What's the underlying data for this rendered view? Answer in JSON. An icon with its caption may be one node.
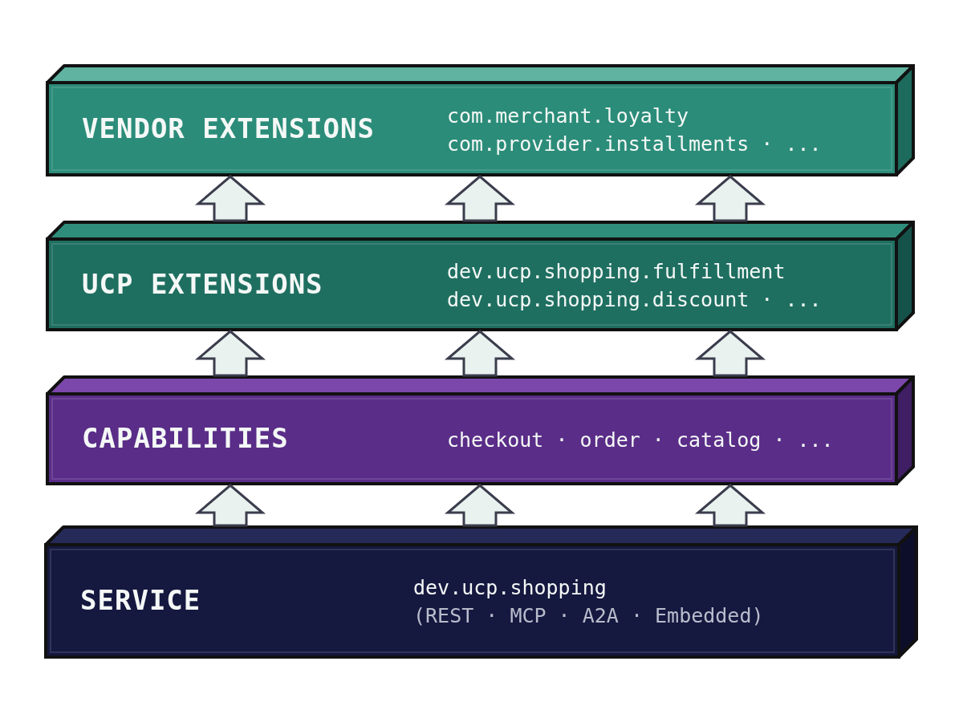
{
  "diagram": {
    "nodes": [
      {
        "text": [
          "VENDOR EXTENSIONS",
          "com.merchant.loyalty com.provider.installments · ..."
        ]
      },
      {
        "text": [
          "UCP EXTENSIONS",
          "dev.ucp.shopping.fulfillment dev.ucp.shopping.discount · ..."
        ]
      },
      {
        "text": [
          "CAPABILITIES",
          "checkout · order · catalog · ..."
        ]
      },
      {
        "text": [
          "SERVICE",
          "dev.ucp.shopping",
          "(REST · MCP · A2A · Embedded)"
        ]
      }
    ],
    "edges": [
      {
        "from": 3,
        "to": 2,
        "arrow": "to"
      },
      {
        "from": 3,
        "to": 2,
        "arrow": "to"
      },
      {
        "from": 3,
        "to": 2,
        "arrow": "to"
      },
      {
        "from": 2,
        "to": 1,
        "arrow": "to"
      },
      {
        "from": 2,
        "to": 1,
        "arrow": "to"
      },
      {
        "from": 2,
        "to": 1,
        "arrow": "to"
      },
      {
        "from": 1,
        "to": 0,
        "arrow": "to"
      },
      {
        "from": 1,
        "to": 0,
        "arrow": "to"
      },
      {
        "from": 1,
        "to": 0,
        "arrow": "to"
      }
    ]
  }
}
